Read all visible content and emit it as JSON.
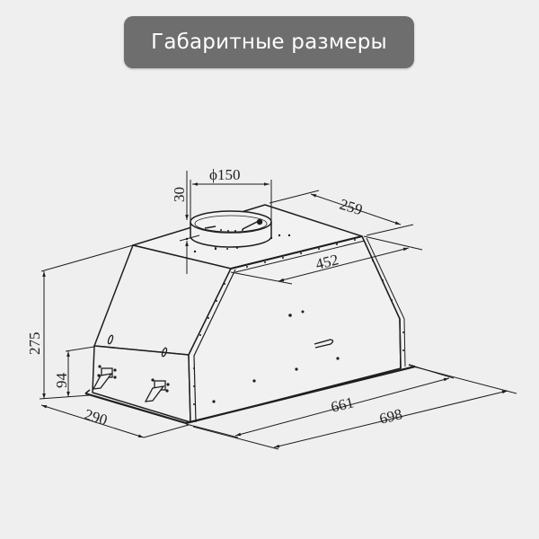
{
  "title": "Габаритные размеры",
  "colors": {
    "background": "#efefef",
    "badge": "#6e6e6e",
    "badge_text": "#ffffff",
    "line": "#1e1e1e"
  },
  "dimensions": {
    "duct_diameter": "ϕ150",
    "duct_height": "30",
    "top_depth": "259",
    "top_width": "452",
    "total_height": "275",
    "front_height": "94",
    "depth": "290",
    "body_width": "661",
    "total_width": "698"
  }
}
